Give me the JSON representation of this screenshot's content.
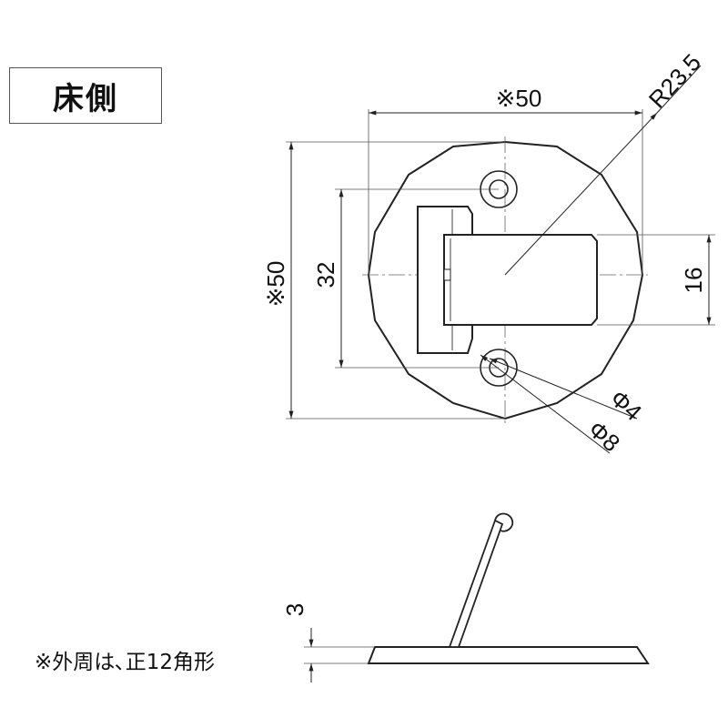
{
  "section_label": "床側",
  "note": "※外周は､正12角形",
  "dimensions": {
    "width": "※50",
    "height": "※50",
    "radius": "R23.5",
    "hole_pitch": "32",
    "plate_width": "16",
    "hole_diameter": "Φ4",
    "boss_diameter": "Φ8",
    "side_thickness": "3"
  }
}
